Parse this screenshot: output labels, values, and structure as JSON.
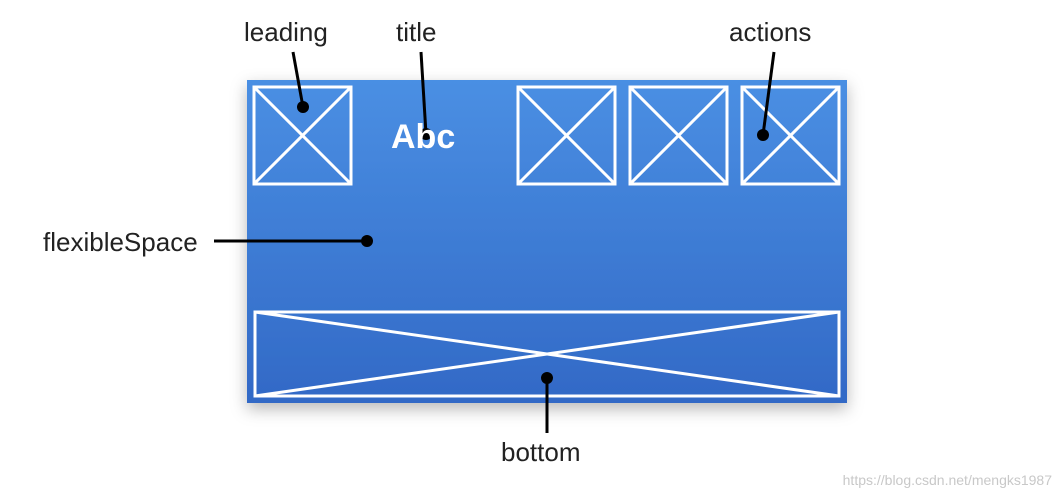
{
  "labels": {
    "leading": "leading",
    "title": "title",
    "actions": "actions",
    "flexible_space": "flexibleSpace",
    "bottom": "bottom"
  },
  "appbar": {
    "title_text": "Abc"
  },
  "watermark": "https://blog.csdn.net/mengks1987",
  "colors": {
    "appbar_top": "#4a8fe3",
    "appbar_bottom": "#3269c6",
    "placeholder_stroke": "#ffffff",
    "callout": "#000000",
    "label_text": "#222222"
  }
}
